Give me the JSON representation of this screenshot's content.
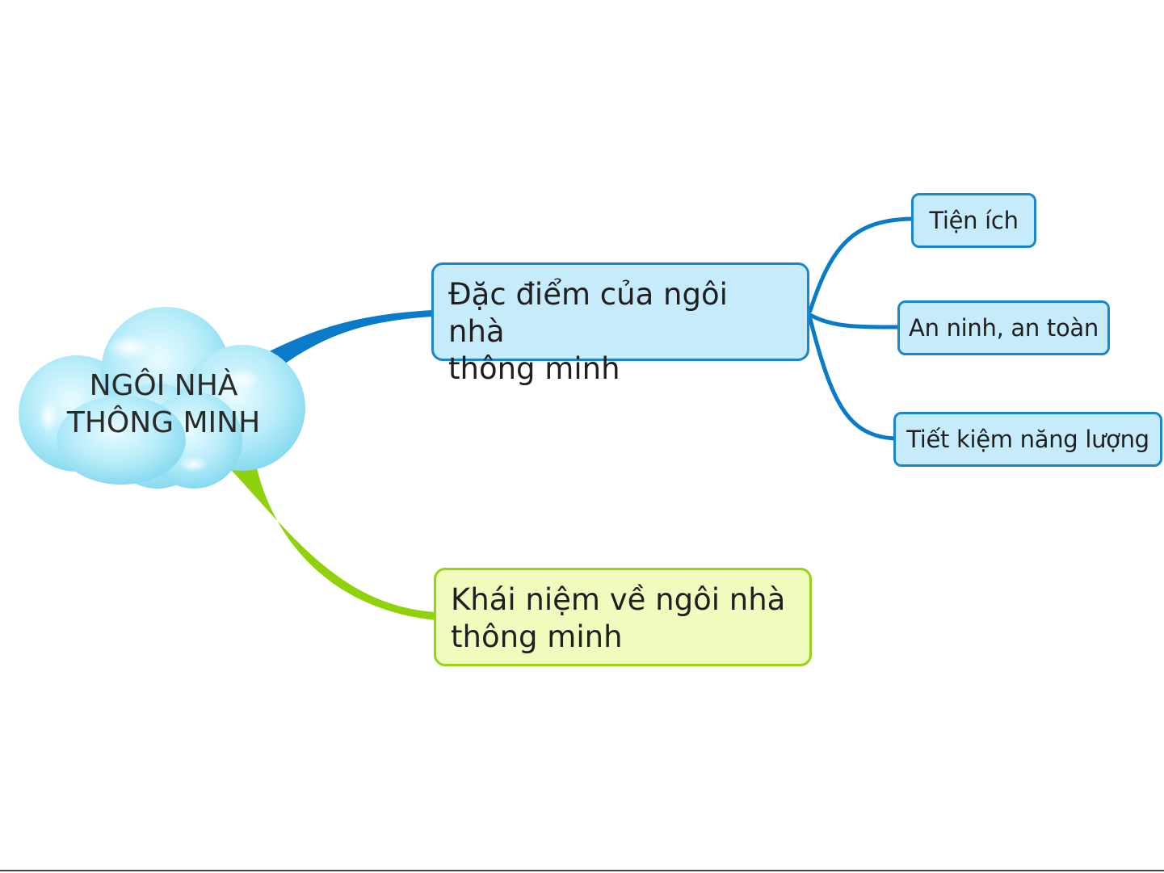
{
  "central_topic": {
    "line1": "NGÔI NHÀ",
    "line2": "THÔNG MINH",
    "shape": "cloud",
    "fill_color": "#a6e6f7"
  },
  "branches": [
    {
      "label": "Đặc điểm của ngôi nhà thông minh",
      "line1": "Đặc điểm của ngôi nhà",
      "line2": "thông minh",
      "color": "#0a7bc8",
      "children": [
        {
          "label": "Tiện ích"
        },
        {
          "label": "An ninh, an toàn"
        },
        {
          "label": "Tiết kiệm năng lượng"
        }
      ]
    },
    {
      "label": "Khái niệm về ngôi nhà thông minh",
      "line1": "Khái niệm về ngôi nhà",
      "line2": "thông minh",
      "color": "#8fd10a",
      "children": []
    }
  ]
}
